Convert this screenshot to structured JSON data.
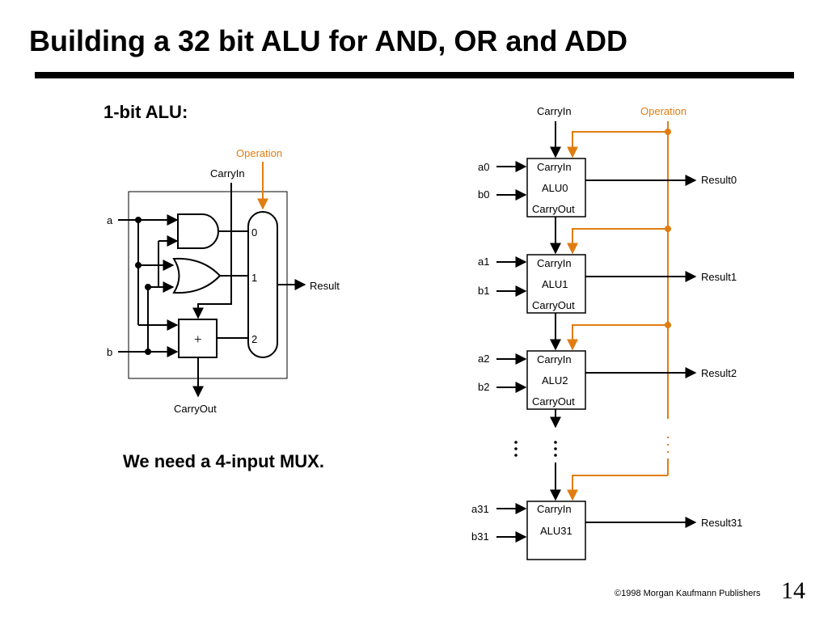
{
  "slide": {
    "title": "Building a 32 bit ALU for AND, OR and ADD",
    "subtitle": "1-bit ALU:",
    "note": "We need a 4-input MUX.",
    "copyright": "©1998 Morgan Kaufmann Publishers",
    "page_number": "14"
  },
  "colors": {
    "control": "#E07D10",
    "wire": "#000000"
  },
  "one_bit_alu": {
    "operation_label": "Operation",
    "carryin_label": "CarryIn",
    "input_a": "a",
    "input_b": "b",
    "mux_inputs": [
      "0",
      "1",
      "2"
    ],
    "adder_symbol": "+",
    "result_label": "Result",
    "carryout_label": "CarryOut"
  },
  "chain": {
    "carryin_label": "CarryIn",
    "operation_label": "Operation",
    "units": [
      {
        "a": "a0",
        "b": "b0",
        "carryin": "CarryIn",
        "name": "ALU0",
        "carryout": "CarryOut",
        "result": "Result0"
      },
      {
        "a": "a1",
        "b": "b1",
        "carryin": "CarryIn",
        "name": "ALU1",
        "carryout": "CarryOut",
        "result": "Result1"
      },
      {
        "a": "a2",
        "b": "b2",
        "carryin": "CarryIn",
        "name": "ALU2",
        "carryout": "CarryOut",
        "result": "Result2"
      },
      {
        "a": "a31",
        "b": "b31",
        "carryin": "CarryIn",
        "name": "ALU31",
        "result": "Result31"
      }
    ]
  }
}
